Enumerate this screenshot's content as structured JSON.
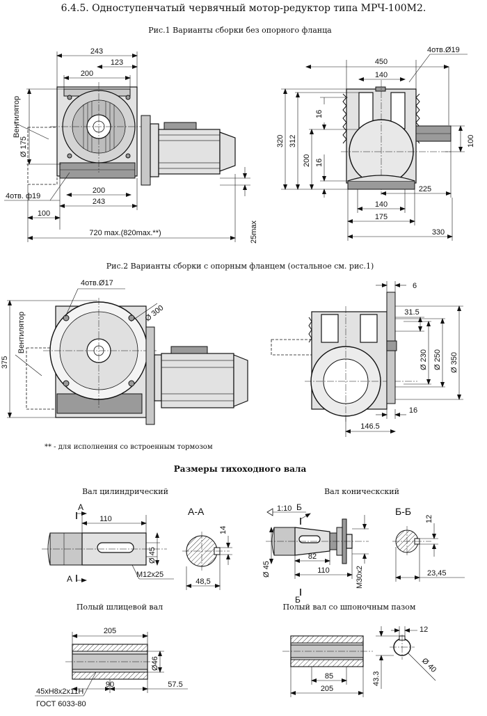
{
  "header": {
    "title": "6.4.5. Одноступенчатый червячный мотор-редуктор типа МРЧ-100М2.",
    "fig1_caption": "Рис.1 Варианты сборки без опорного фланца",
    "fig2_caption": "Рис.2 Варианты сборки с опорным фланцем (остальное см. рис.1)",
    "footnote": "** - для исполнения со встроенным тормозом",
    "shaft_heading": "Размеры тихоходного вала"
  },
  "fig1_front": {
    "ventilator": "Вентилятор",
    "d243_top": "243",
    "d123": "123",
    "d200_top": "200",
    "d175": "Ø 175",
    "holes": "4отв. ф19",
    "d200_bot": "200",
    "d243_bot": "243",
    "d100": "100",
    "d720": "720 max.(820max.**)",
    "d25": "25max"
  },
  "fig1_side": {
    "holes": "4отв.Ø19",
    "d450": "450",
    "d140_top": "140",
    "d16_top": "16",
    "d320": "320",
    "d312": "312",
    "d200": "200",
    "d16_mid": "16",
    "d100": "100",
    "d225": "225",
    "d140_bot": "140",
    "d175": "175",
    "d330": "330"
  },
  "fig2_front": {
    "holes": "4отв.Ø17",
    "d300": "Ø 300",
    "d375": "375",
    "ventilator": "Вентилятор"
  },
  "fig2_side": {
    "d6": "6",
    "d31_5": "31.5",
    "d230": "Ø 230",
    "d250": "Ø 250",
    "d350": "Ø 350",
    "d16": "16",
    "d146_5": "146.5"
  },
  "shaft_cyl": {
    "title": "Вал цилиндрический",
    "section_a": "А",
    "section_label": "А-А",
    "d110": "110",
    "d45": "Ø 45",
    "thread": "М12x25",
    "d14": "14",
    "d48_5": "48,5"
  },
  "shaft_con": {
    "title": "Вал коническский",
    "taper": "1:10",
    "section_b": "Б",
    "section_label": "Б-Б",
    "d45": "Ø 45",
    "d82": "82",
    "d110": "110",
    "thread": "М30x2",
    "d12": "12",
    "d23_45": "23,45"
  },
  "shaft_spline": {
    "title": "Полый шлицевой вал",
    "d205": "205",
    "d46": "Ø46",
    "d90": "90",
    "d57_5": "57.5",
    "spec1": "45xH8x2x11H",
    "spec2": "ГОСТ 6033-80"
  },
  "shaft_key": {
    "title": "Полый вал со шпоночным пазом",
    "d12": "12",
    "d40": "Ø 40",
    "d43_3": "43.3",
    "d85": "85",
    "d205": "205"
  }
}
